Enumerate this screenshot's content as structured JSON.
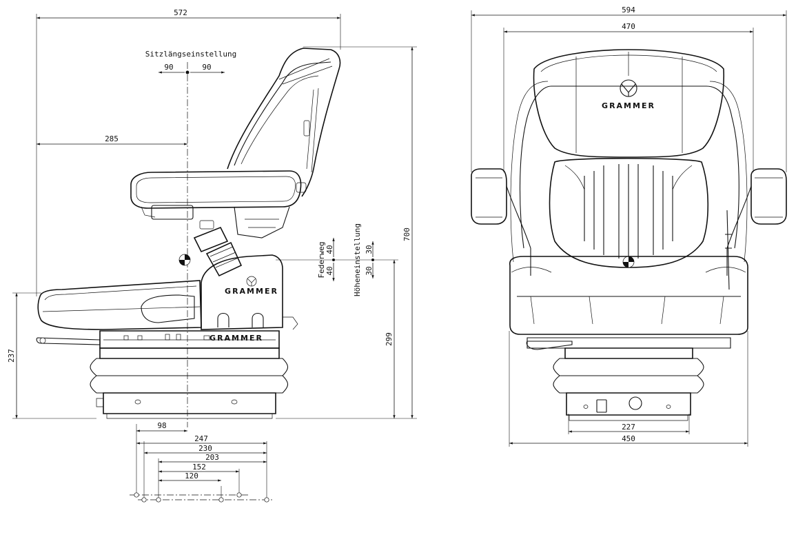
{
  "side_view": {
    "width_572": "572",
    "sitzlaengs_label": "Sitzlängseinstellung",
    "sitzlaengs_left": "90",
    "sitzlaengs_right": "90",
    "dim_285": "285",
    "height_700": "700",
    "height_237": "237",
    "height_299": "299",
    "federweg_label": "Federweg",
    "federweg_up": "40",
    "federweg_down": "40",
    "hoehen_label": "Höheneinstellung",
    "hoehen_up": "30",
    "hoehen_down": "30",
    "dim_98": "98",
    "mount_247": "247",
    "mount_230": "230",
    "mount_203": "203",
    "mount_152": "152",
    "mount_120": "120",
    "base_logo": "GRAMMER",
    "bracket_logo": "GRAMMER"
  },
  "front_view": {
    "width_594": "594",
    "width_470": "470",
    "width_227": "227",
    "width_450": "450",
    "logo": "GRAMMER"
  }
}
